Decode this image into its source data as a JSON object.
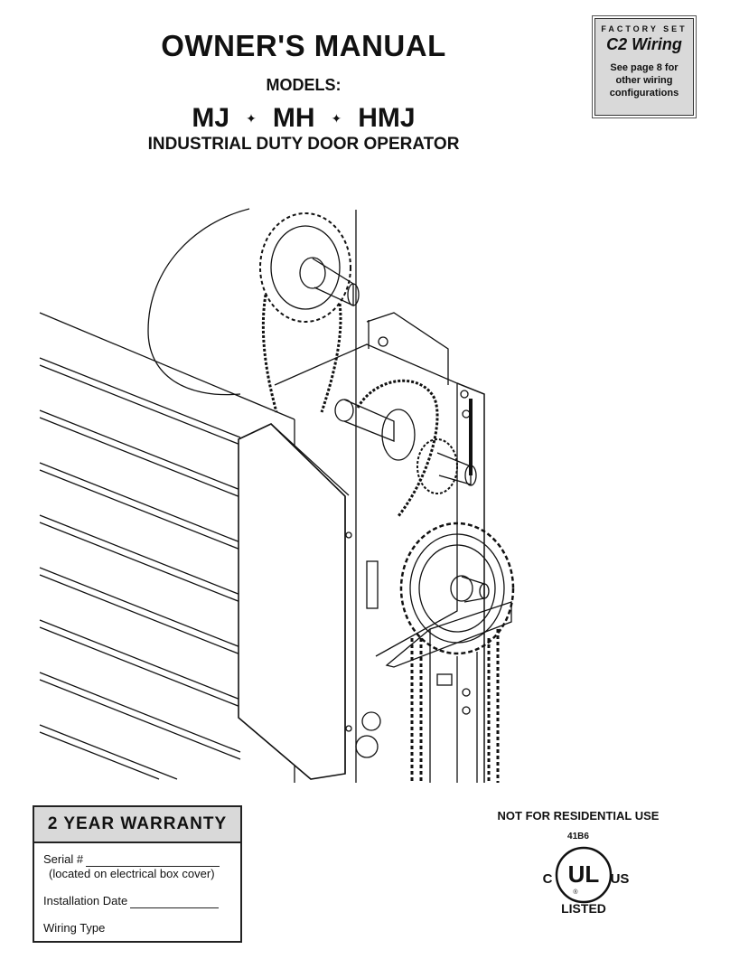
{
  "header": {
    "title": "OWNER'S MANUAL",
    "models_label": "MODELS:",
    "models": [
      "MJ",
      "MH",
      "HMJ"
    ],
    "separator": "✦",
    "subtitle": "INDUSTRIAL DUTY DOOR OPERATOR"
  },
  "factory_box": {
    "label": "FACTORY SET",
    "wiring": "C2 Wiring",
    "note_line1": "See page 8 for",
    "note_line2": "other wiring",
    "note_line3": "configurations"
  },
  "warranty": {
    "title": "2 YEAR WARRANTY",
    "serial_label": "Serial #",
    "serial_note": "(located on electrical box cover)",
    "installation_label": "Installation Date",
    "wiring_label": "Wiring Type"
  },
  "notice": {
    "residential": "NOT FOR RESIDENTIAL USE",
    "code": "41B6"
  },
  "ul_mark": {
    "left": "C",
    "center": "UL",
    "right": "US",
    "bottom": "LISTED",
    "registered": "®"
  },
  "colors": {
    "box_fill": "#d9d9d9",
    "ink": "#111111"
  }
}
